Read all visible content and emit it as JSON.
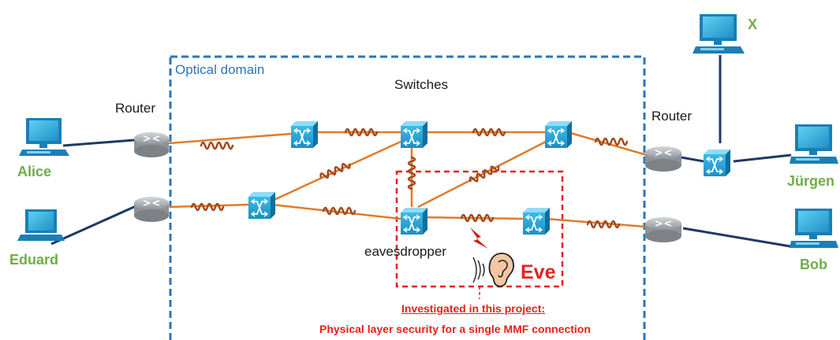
{
  "labels": {
    "optical_domain": "Optical domain",
    "switches": "Switches",
    "router_left": "Router",
    "router_right": "Router",
    "alice": "Alice",
    "eduard": "Eduard",
    "x": "X",
    "jurgen": "Jürgen",
    "bob": "Bob",
    "eavesdropper": "eavesdropper",
    "eve": "Eve",
    "investigated": "Investigated in this project:",
    "physical_layer": "Physical layer security for a single MMF connection"
  },
  "colors": {
    "optical_box": "#2e75b6",
    "eve_box": "#e8201c",
    "fiber": "#e07b2a",
    "coil": "#a34a1e",
    "cable": "#1f3864",
    "device": "#29a8dc",
    "router": "#a8adb2",
    "text_green": "#70ad47"
  }
}
